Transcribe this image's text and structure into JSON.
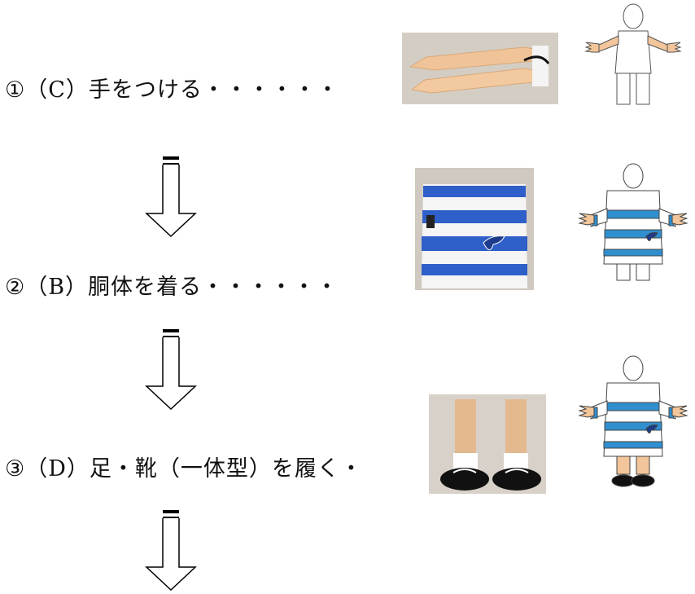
{
  "steps": [
    {
      "label": "①（C）手をつける・・・・・・",
      "photo": "gloves-photo",
      "figure": "mannequin-with-hands"
    },
    {
      "label": "②（B）胴体を着る・・・・・・",
      "photo": "striped-body-suit-photo",
      "figure": "mannequin-with-body"
    },
    {
      "label": "③（D）足・靴（一体型）を履く・",
      "photo": "legs-shoes-photo",
      "figure": "mannequin-with-legs"
    }
  ],
  "colors": {
    "stripe_blue": "#2f5fc8",
    "glove": "#efbd8c",
    "text": "#111111"
  }
}
